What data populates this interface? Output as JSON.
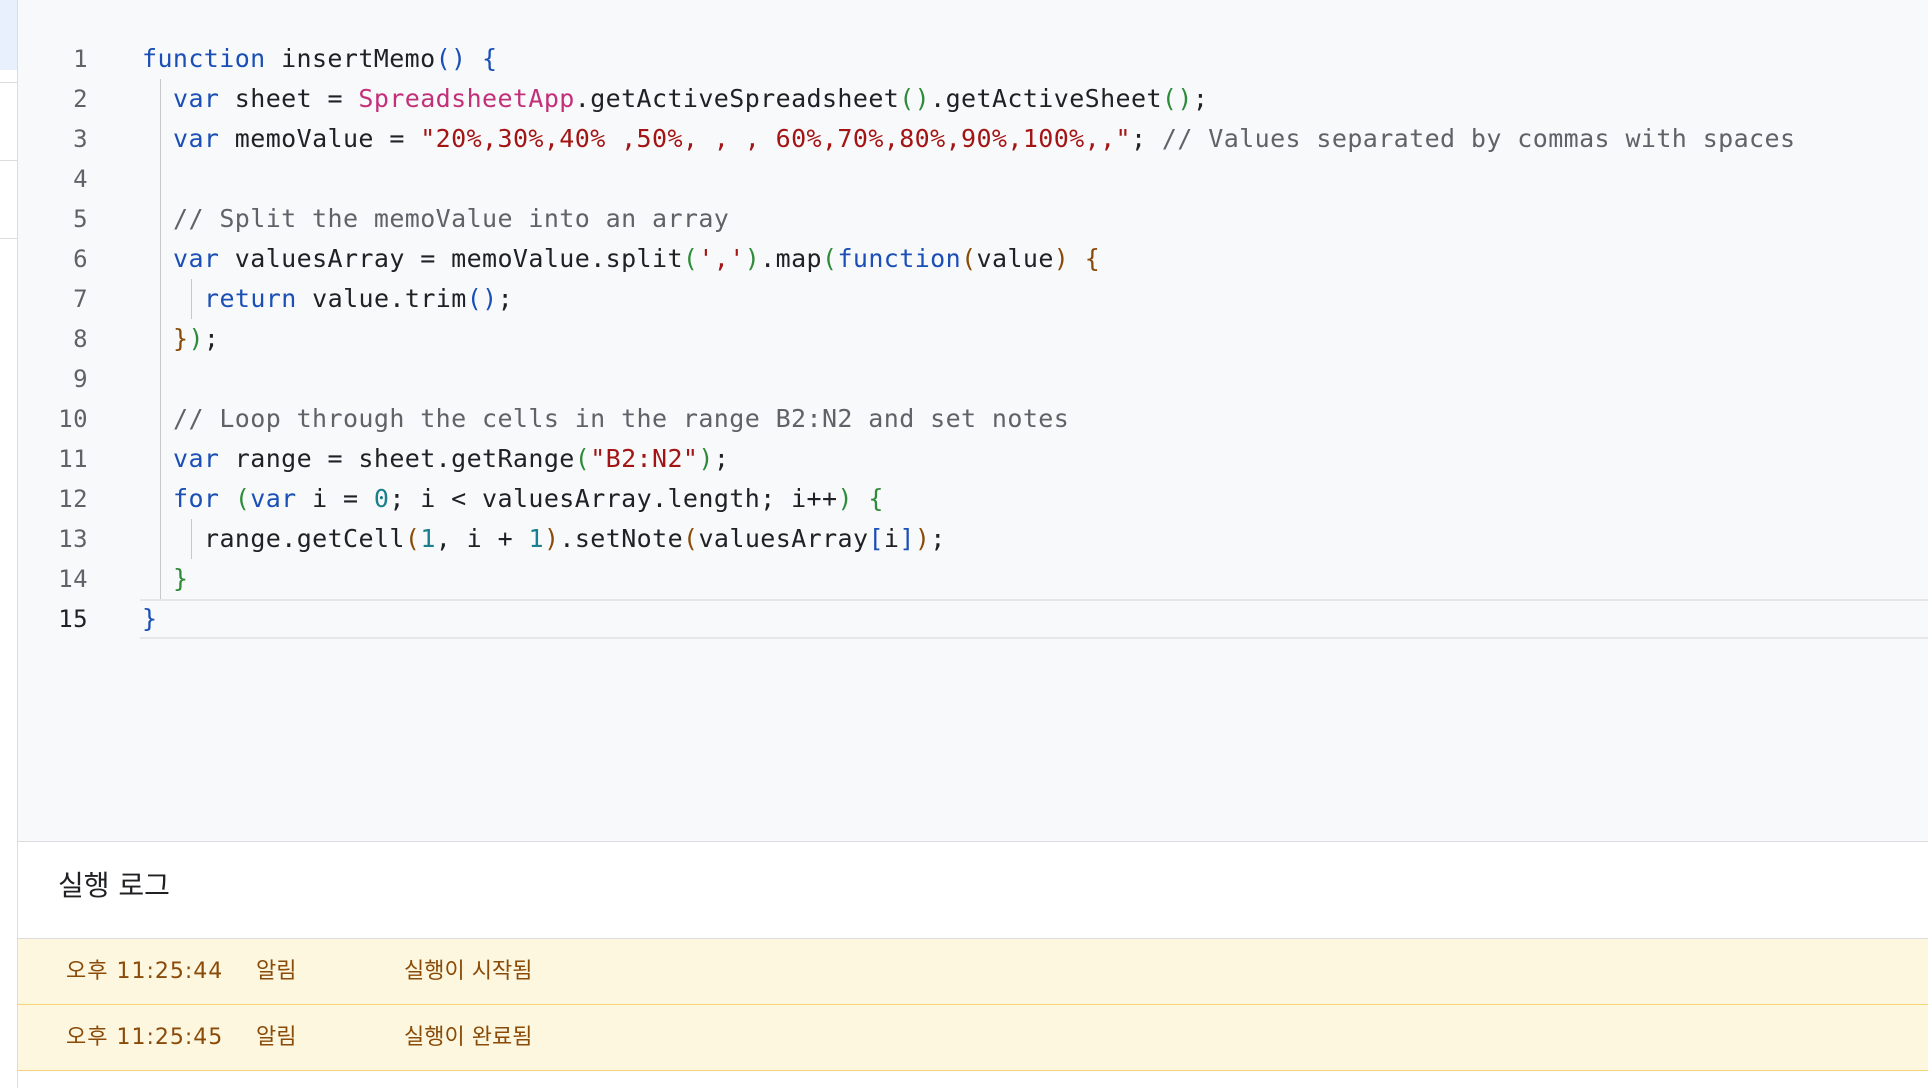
{
  "editor": {
    "current_line": 15,
    "lines": [
      {
        "n": "1",
        "tokens": [
          [
            "kw",
            "function"
          ],
          [
            "plain",
            " insertMemo"
          ],
          [
            "p1",
            "()"
          ],
          [
            "plain",
            " "
          ],
          [
            "p1",
            "{"
          ]
        ]
      },
      {
        "n": "2",
        "tokens": [
          [
            "kw",
            "var"
          ],
          [
            "plain",
            " sheet = "
          ],
          [
            "cls",
            "SpreadsheetApp"
          ],
          [
            "plain",
            ".getActiveSpreadsheet"
          ],
          [
            "p2",
            "()"
          ],
          [
            "plain",
            ".getActiveSheet"
          ],
          [
            "p2",
            "()"
          ],
          [
            "plain",
            ";"
          ]
        ]
      },
      {
        "n": "3",
        "tokens": [
          [
            "kw",
            "var"
          ],
          [
            "plain",
            " memoValue = "
          ],
          [
            "str",
            "\"20%,30%,40% ,50%, , , 60%,70%,80%,90%,100%,,\""
          ],
          [
            "plain",
            "; "
          ],
          [
            "cmt",
            "// Values separated by commas with spaces"
          ]
        ]
      },
      {
        "n": "4",
        "tokens": []
      },
      {
        "n": "5",
        "tokens": [
          [
            "cmt",
            "// Split the memoValue into an array"
          ]
        ]
      },
      {
        "n": "6",
        "tokens": [
          [
            "kw",
            "var"
          ],
          [
            "plain",
            " valuesArray = memoValue.split"
          ],
          [
            "p2",
            "("
          ],
          [
            "str",
            "','"
          ],
          [
            "p2",
            ")"
          ],
          [
            "plain",
            ".map"
          ],
          [
            "p2",
            "("
          ],
          [
            "kw",
            "function"
          ],
          [
            "p3",
            "("
          ],
          [
            "plain",
            "value"
          ],
          [
            "p3",
            ")"
          ],
          [
            "plain",
            " "
          ],
          [
            "p3",
            "{"
          ]
        ]
      },
      {
        "n": "7",
        "tokens": [
          [
            "kw",
            "return"
          ],
          [
            "plain",
            " value.trim"
          ],
          [
            "p1",
            "()"
          ],
          [
            "plain",
            ";"
          ]
        ]
      },
      {
        "n": "8",
        "tokens": [
          [
            "p3",
            "}"
          ],
          [
            "p2",
            ")"
          ],
          [
            "plain",
            ";"
          ]
        ]
      },
      {
        "n": "9",
        "tokens": []
      },
      {
        "n": "10",
        "tokens": [
          [
            "cmt",
            "// Loop through the cells in the range B2:N2 and set notes"
          ]
        ]
      },
      {
        "n": "11",
        "tokens": [
          [
            "kw",
            "var"
          ],
          [
            "plain",
            " range = sheet.getRange"
          ],
          [
            "p2",
            "("
          ],
          [
            "str",
            "\"B2:N2\""
          ],
          [
            "p2",
            ")"
          ],
          [
            "plain",
            ";"
          ]
        ]
      },
      {
        "n": "12",
        "tokens": [
          [
            "kw",
            "for"
          ],
          [
            "plain",
            " "
          ],
          [
            "p2",
            "("
          ],
          [
            "kw",
            "var"
          ],
          [
            "plain",
            " i = "
          ],
          [
            "num",
            "0"
          ],
          [
            "plain",
            "; i < valuesArray.length; i++"
          ],
          [
            "p2",
            ")"
          ],
          [
            "plain",
            " "
          ],
          [
            "p2",
            "{"
          ]
        ]
      },
      {
        "n": "13",
        "tokens": [
          [
            "plain",
            "range.getCell"
          ],
          [
            "p3",
            "("
          ],
          [
            "num",
            "1"
          ],
          [
            "plain",
            ", i + "
          ],
          [
            "num",
            "1"
          ],
          [
            "p3",
            ")"
          ],
          [
            "plain",
            ".setNote"
          ],
          [
            "p3",
            "("
          ],
          [
            "plain",
            "valuesArray"
          ],
          [
            "p1",
            "["
          ],
          [
            "plain",
            "i"
          ],
          [
            "p1",
            "]"
          ],
          [
            "p3",
            ")"
          ],
          [
            "plain",
            ";"
          ]
        ]
      },
      {
        "n": "14",
        "tokens": [
          [
            "p2",
            "}"
          ]
        ]
      },
      {
        "n": "15",
        "tokens": [
          [
            "p1",
            "}"
          ]
        ]
      }
    ]
  },
  "log": {
    "title": "실행 로그",
    "rows": [
      {
        "time": "오후 11:25:44",
        "level": "알림",
        "message": "실행이 시작됨"
      },
      {
        "time": "오후 11:25:45",
        "level": "알림",
        "message": "실행이 완료됨"
      }
    ]
  }
}
